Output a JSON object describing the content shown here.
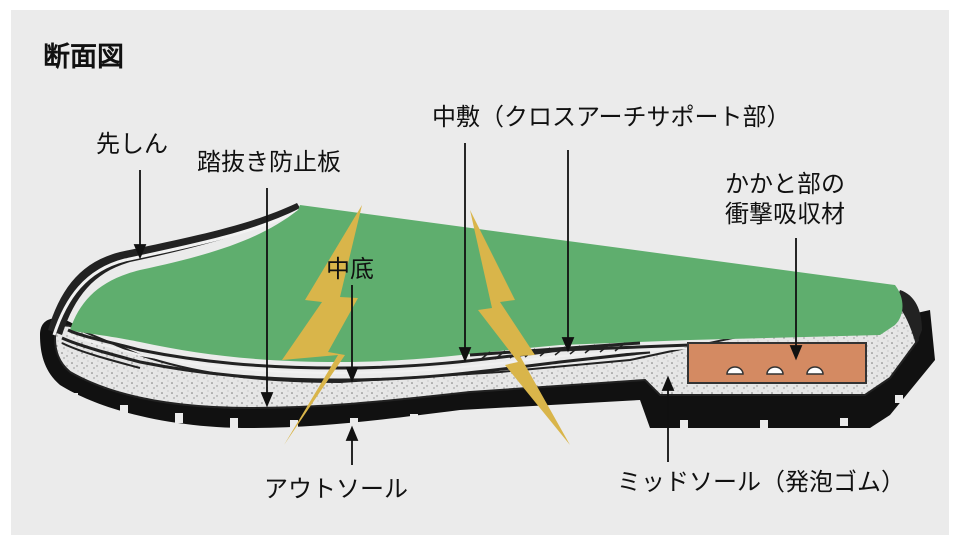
{
  "title": "断面図",
  "labels": {
    "toe_cap": "先しん",
    "anti_penetration_plate": "踏抜き防止板",
    "midsole_board": "中底",
    "insole": "中敷（クロスアーチサポート部）",
    "heel_absorber_line1": "かかと部の",
    "heel_absorber_line2": "衝撃吸収材",
    "outsole": "アウトソール",
    "midsole": "ミッドソール（発泡ゴム）"
  },
  "colors": {
    "background": "#ebebeb",
    "shoe_interior": "#5fae6e",
    "heel_absorber": "#d48a62",
    "lightning": "#d9b54a",
    "outsole": "#111111",
    "midsole_foam": "#e4e4e4",
    "text": "#111111"
  },
  "icons": [
    "lightning-bolt-icon",
    "down-arrow-icon",
    "up-arrow-icon"
  ]
}
